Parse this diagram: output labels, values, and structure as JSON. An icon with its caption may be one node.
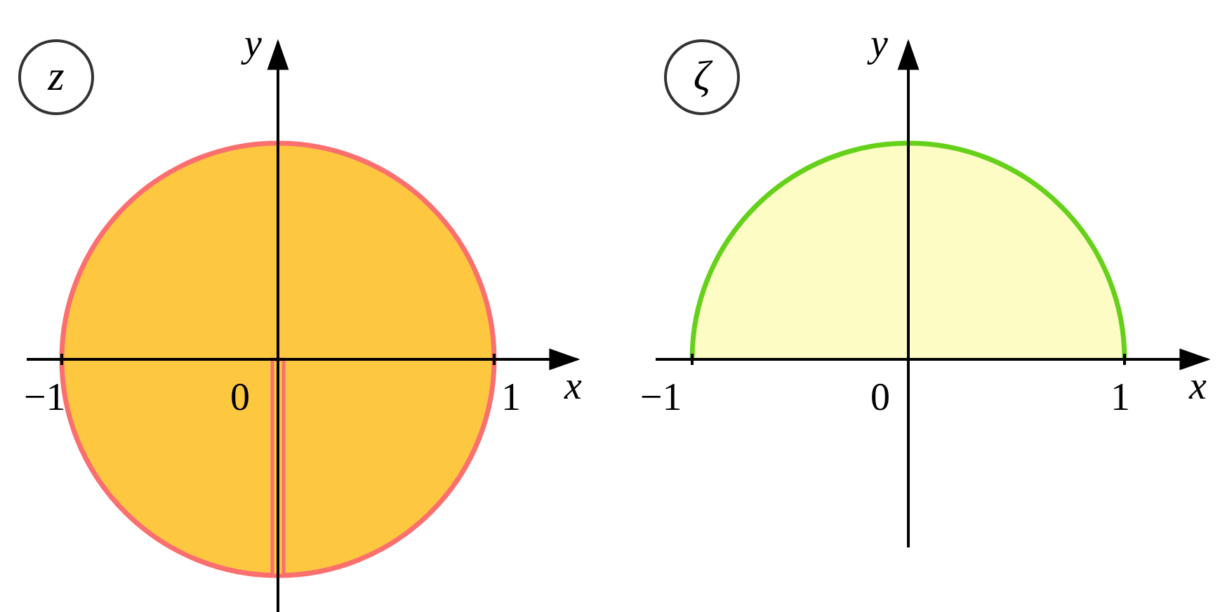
{
  "diagram": {
    "nodes": [
      {
        "text": [
          "z"
        ]
      },
      {
        "text": [
          "ζ"
        ]
      }
    ],
    "labels": [
      "y",
      "−1",
      "0",
      "1",
      "x",
      "y",
      "−1",
      "0",
      "1",
      "x"
    ]
  }
}
